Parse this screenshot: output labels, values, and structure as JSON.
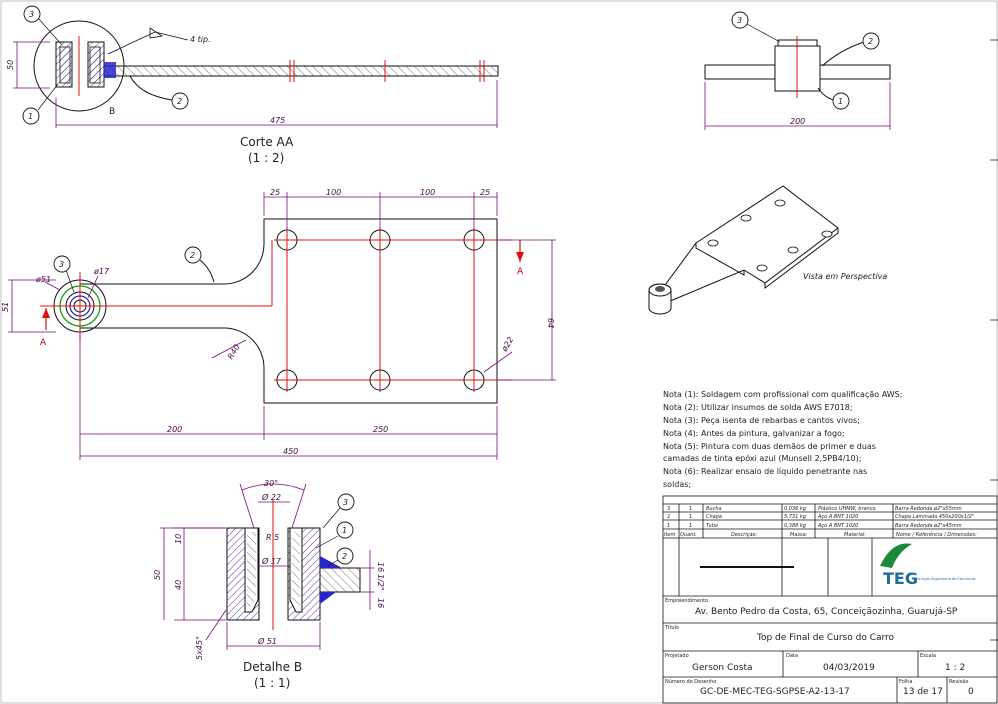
{
  "views": {
    "section_aa": {
      "title": "Corte AA",
      "scale": "(1 : 2)",
      "dim_length": "475",
      "dim_height": "50",
      "weld_note": "4 tip.",
      "detail_ref": "B"
    },
    "top_view": {
      "dim_width": "200"
    },
    "plan_view": {
      "dims_top": [
        "25",
        "100",
        "100",
        "25"
      ],
      "dims_bottom": [
        "200",
        "250"
      ],
      "dim_total": "450",
      "dim_right": "64",
      "dim_left": "51",
      "dim_phi51": "ø51",
      "dim_phi17": "ø17",
      "dim_hole": "ø22",
      "dim_radius": "R40",
      "cut_label": "A"
    },
    "perspective": {
      "caption": "Vista em Perspectiva"
    },
    "detail_b": {
      "title": "Detalhe B",
      "scale": "(1 : 1)",
      "angle": "30°",
      "phi22": "Ø 22",
      "phi17": "Ø 17",
      "phi51": "Ø 51",
      "r": "R 5",
      "d10": "10",
      "d40": "40",
      "d50": "50",
      "chamfer": "5x45°",
      "w16a": "16",
      "w16b": "16",
      "w1_2": "1/2\""
    },
    "balloons": [
      "1",
      "2",
      "3"
    ]
  },
  "notes": [
    "Nota (1): Soldagem com profissional com qualificação AWS;",
    "Nota (2): Utilizar insumos de solda AWS E7018;",
    "Nota (3): Peça isenta de rebarbas e cantos vivos;",
    "Nota (4): Antes da pintura, galvanizar a fogo;",
    "Nota (5): Pintura com duas demãos de primer e duas",
    "camadas de tinta epóxi azul (Munsell 2,5PB4/10);",
    "Nota (6): Realizar ensaio de líquido penetrante nas",
    "soldas;"
  ],
  "bom": {
    "headers": [
      "Item",
      "Quant.",
      "Descrição:",
      "Massa:",
      "Material:",
      "Nome / Referência / Dimensões:"
    ],
    "rows": [
      [
        "3",
        "1",
        "Bucha",
        "0,036 kg",
        "Plástico UHMW, branco",
        "Barra Redonda ø2\"x55mm"
      ],
      [
        "2",
        "1",
        "Chapa",
        "5,731 kg",
        "Aço A BNT 1020",
        "Chapa Laminada 450x200x1/2\""
      ],
      [
        "1",
        "1",
        "Tubo",
        "0,388 kg",
        "Aço A BNT 1020",
        "Barra Redonda ø2\"x45mm"
      ]
    ]
  },
  "title_block": {
    "logo_text": "TEG",
    "logo_sub": "Serviços Engenharia de Estruturas",
    "label_address": "Empreendimento",
    "address": "Av. Bento Pedro da Costa, 65, Conceiçãozinha, Guarujá-SP",
    "label_title": "Título",
    "title": "Top de Final de Curso do Carro",
    "label_author": "Projetado",
    "author": "Gerson Costa",
    "label_date": "Data",
    "date": "04/03/2019",
    "label_scale": "Escala",
    "scale": "1 : 2",
    "label_drawing": "Número do Desenho",
    "drawing_number": "GC-DE-MEC-TEG-SGPSE-A2-13-17",
    "label_sheet": "Folha",
    "sheet": "13 de 17",
    "label_revision": "Revisão",
    "revision": "0"
  },
  "colors": {
    "dimension": "#7a0a7a",
    "centerline": "#e01010",
    "weld": "#1a1acc",
    "logo": "#1f6b9a"
  }
}
